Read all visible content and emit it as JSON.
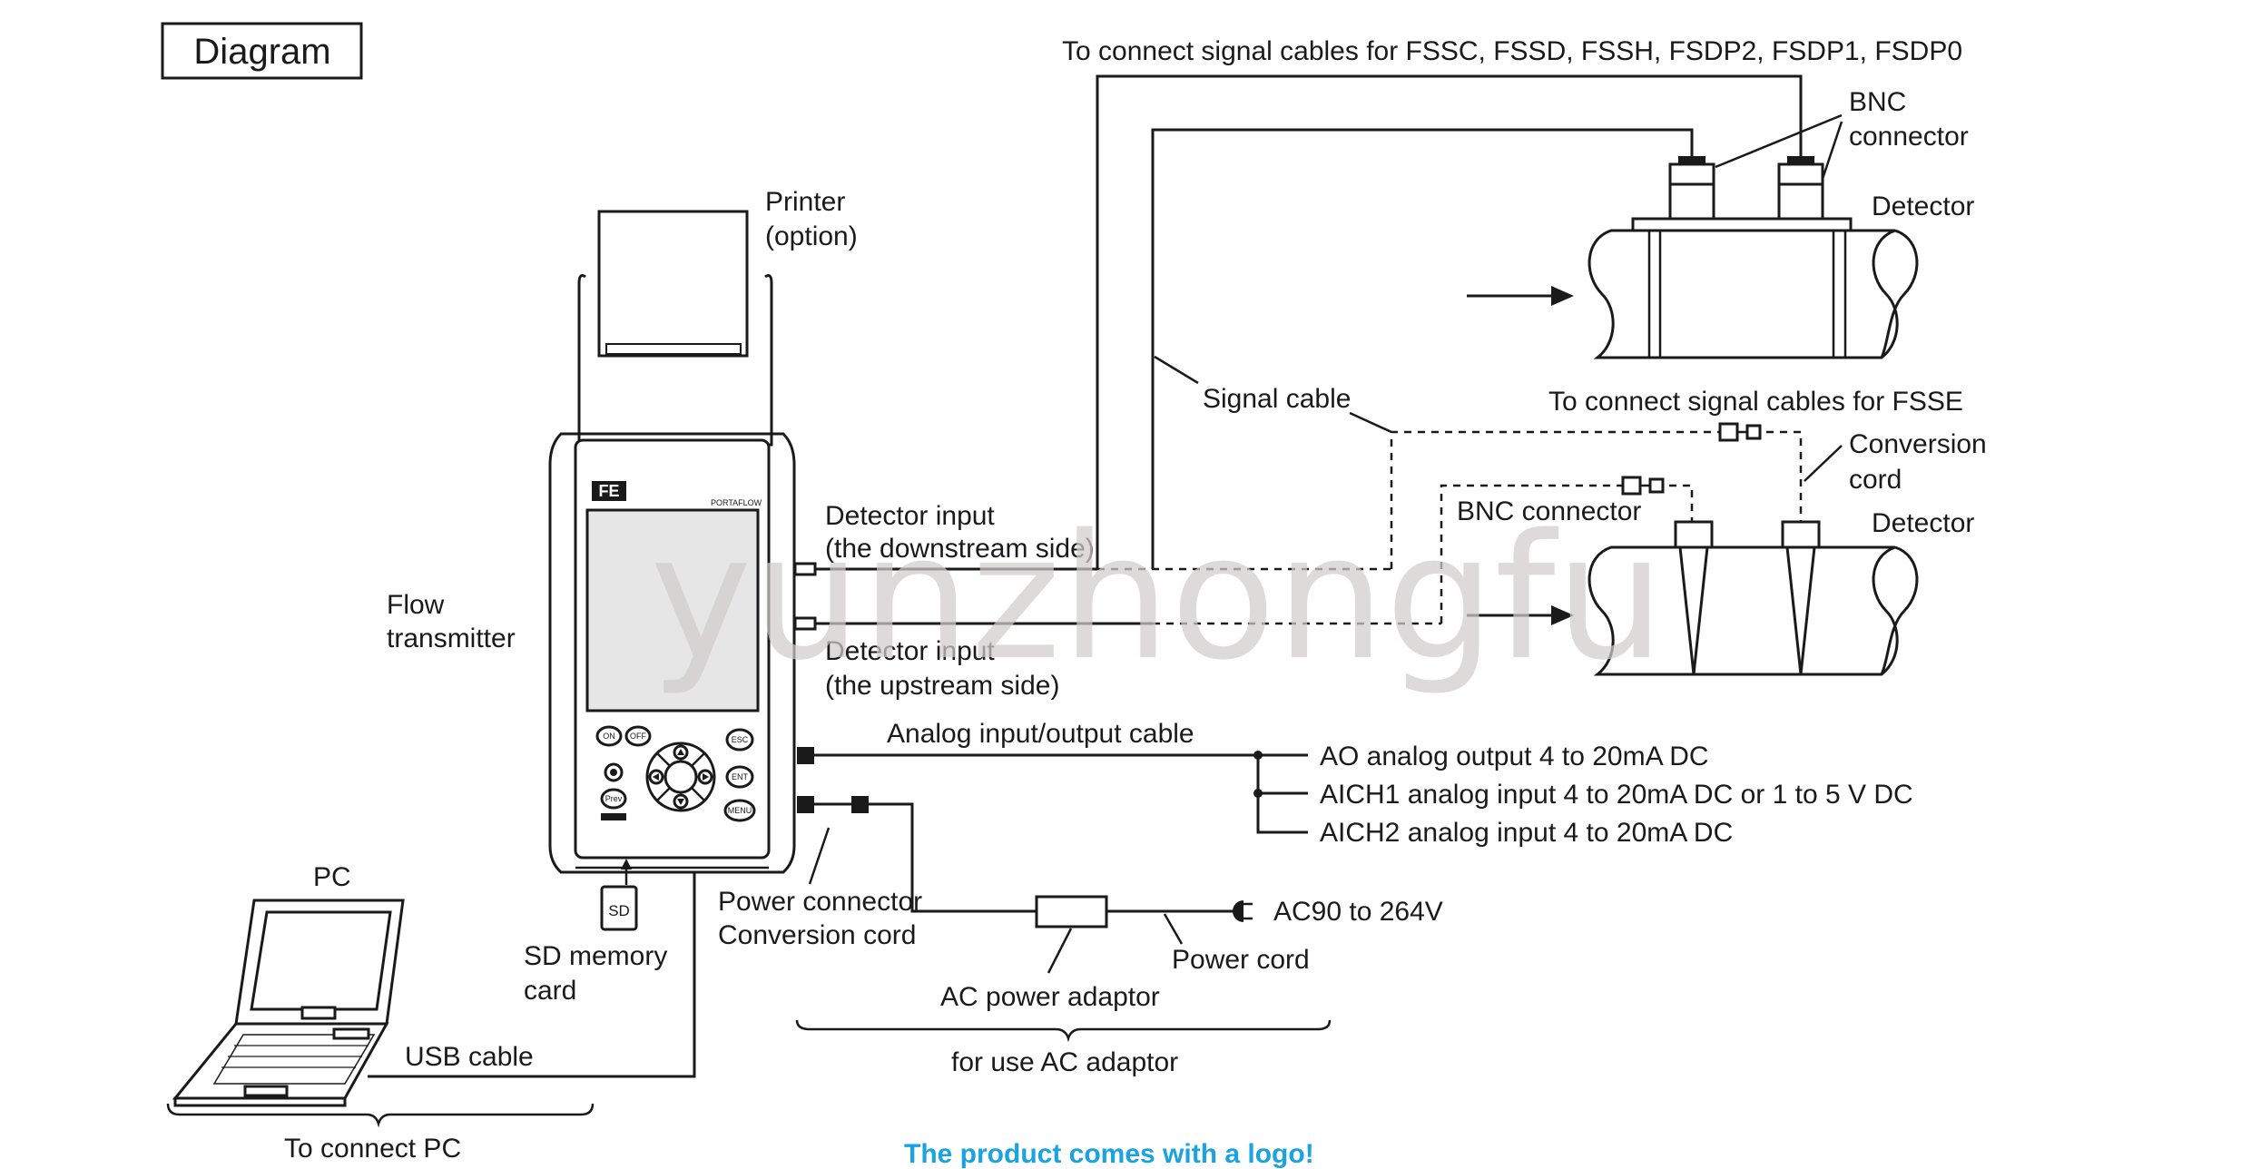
{
  "title": "Diagram",
  "labels": {
    "fss_signal_note": "To connect signal cables for FSSC, FSSD, FSSH, FSDP2, FSDP1, FSDP0",
    "bnc_connector_top_1": "BNC",
    "bnc_connector_top_2": "connector",
    "detector_top": "Detector",
    "printer_1": "Printer",
    "printer_2": "(option)",
    "signal_cable": "Signal cable",
    "fsse_note": "To connect signal cables for FSSE",
    "conversion_cord_1": "Conversion",
    "conversion_cord_2": "cord",
    "bnc_connector_mid": "BNC connector",
    "detector_bottom": "Detector",
    "flow_transmitter_1": "Flow",
    "flow_transmitter_2": "transmitter",
    "detector_input_down_1": "Detector input",
    "detector_input_down_2": "(the downstream side)",
    "detector_input_up_1": "Detector input",
    "detector_input_up_2": "(the upstream side)",
    "analog_cable": "Analog input/output cable",
    "ao_output": "AO analog output 4 to 20mA DC",
    "aich1_input": "AICH1 analog input 4 to 20mA DC or 1 to 5 V DC",
    "aich2_input": "AICH2 analog input 4 to 20mA DC",
    "pc": "PC",
    "sd_card_1": "SD memory",
    "sd_card_2": "card",
    "sd_chip": "SD",
    "power_connector_1": "Power connector",
    "power_connector_2": "Conversion cord",
    "ac_voltage": "AC90 to 264V",
    "power_cord": "Power cord",
    "ac_adaptor": "AC power adaptor",
    "usb_cable": "USB cable",
    "for_ac_adaptor": "for use AC adaptor",
    "to_connect_pc": "To connect PC",
    "device_model": "PORTAFLOW",
    "device_logo": "FE"
  },
  "keypad": {
    "on": "ON",
    "off": "OFF",
    "esc": "ESC",
    "ent": "ENT",
    "menu": "MENU",
    "prev": "Prev"
  },
  "note": "The product comes with a logo!",
  "watermark": "yunzhongfu",
  "colors": {
    "ink": "#1a1a1a",
    "note": "#1aa3e0",
    "watermark": "#d3cccc",
    "screen": "#e6e6e6"
  }
}
